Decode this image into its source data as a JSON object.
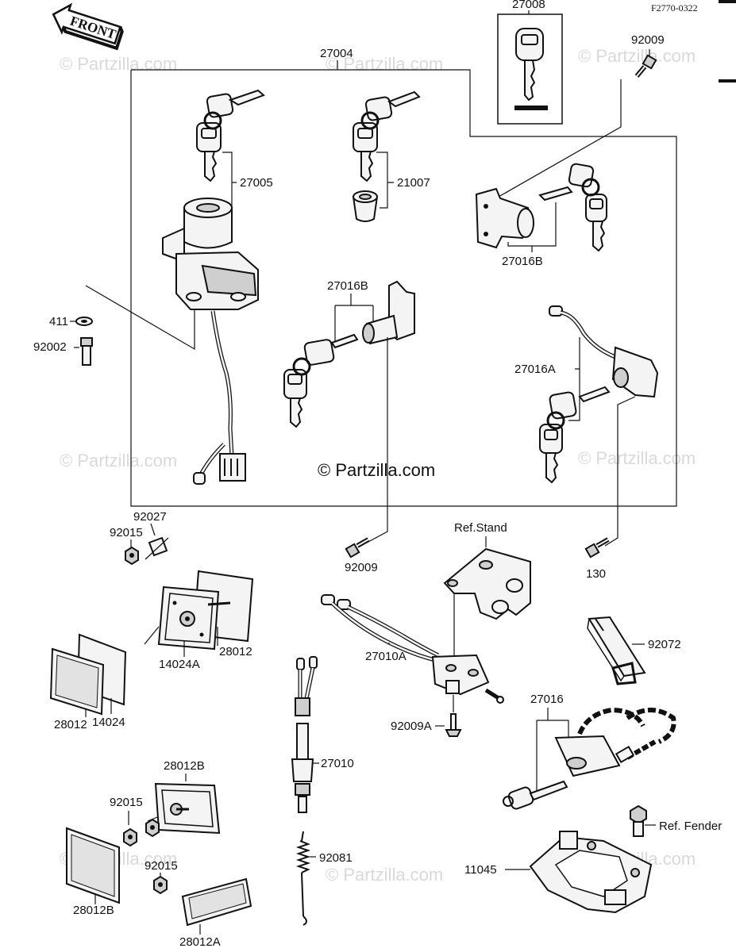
{
  "figure_code": "F2770-0322",
  "front_label": "FRONT",
  "watermark_text": "© Partzilla.com",
  "center_brand": "© Partzilla.com",
  "labels": {
    "p27008": "27008",
    "p92009_top": "92009",
    "p27004": "27004",
    "p27005": "27005",
    "p21007": "21007",
    "p27016B_right": "27016B",
    "p27016B_mid": "27016B",
    "p411": "411",
    "p92002": "92002",
    "p27016A": "27016A",
    "p92027": "92027",
    "p92015_a": "92015",
    "p92009_mid": "92009",
    "ref_stand": "Ref.Stand",
    "p130": "130",
    "p14024A": "14024A",
    "p28012_a": "28012",
    "p28012_b": "28012",
    "p14024": "14024",
    "p27010A": "27010A",
    "p92072": "92072",
    "p92009A": "92009A",
    "p27016": "27016",
    "p27010": "27010",
    "p28012B_a": "28012B",
    "p92015_b": "92015",
    "p92015_c": "92015",
    "ref_fender": "Ref. Fender",
    "p92081": "92081",
    "p11045": "11045",
    "p28012B_b": "28012B",
    "p28012A": "28012A"
  }
}
